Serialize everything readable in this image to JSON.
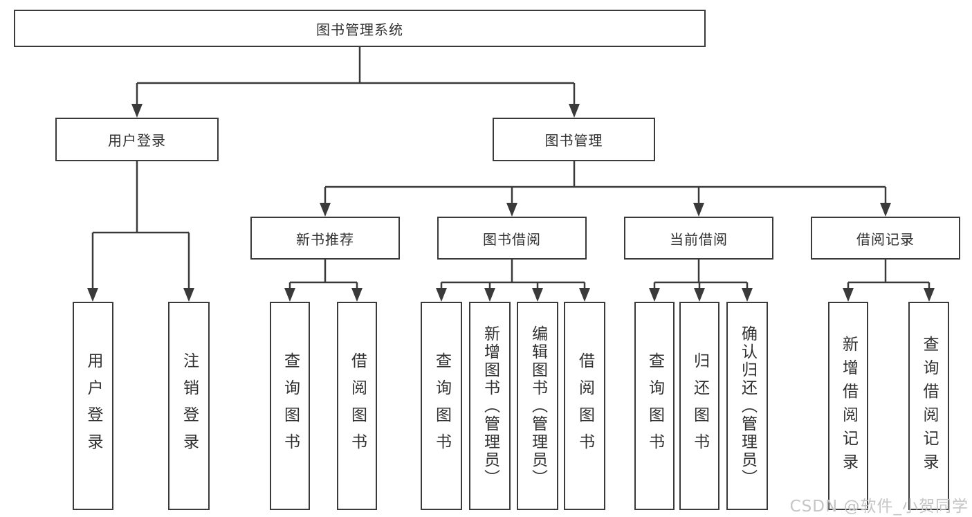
{
  "tree": {
    "root": {
      "label": "图书管理系统"
    },
    "children": [
      {
        "label": "用户登录",
        "children": [
          {
            "label": "用户登录"
          },
          {
            "label": "注销登录"
          }
        ]
      },
      {
        "label": "图书管理",
        "children": [
          {
            "label": "新书推荐",
            "children": [
              {
                "label": "查询图书"
              },
              {
                "label": "借阅图书"
              }
            ]
          },
          {
            "label": "图书借阅",
            "children": [
              {
                "label": "查询图书"
              },
              {
                "label": "新增图书（管理员）"
              },
              {
                "label": "编辑图书（管理员）"
              },
              {
                "label": "借阅图书"
              }
            ]
          },
          {
            "label": "当前借阅",
            "children": [
              {
                "label": "查询图书"
              },
              {
                "label": "归还图书"
              },
              {
                "label": "确认归还（管理员）"
              }
            ]
          },
          {
            "label": "借阅记录",
            "children": [
              {
                "label": "新增借阅记录"
              },
              {
                "label": "查询借阅记录"
              }
            ]
          }
        ]
      }
    ]
  },
  "watermark": {
    "text": "CSDN @软件_小贺同学"
  },
  "colors": {
    "line": "#3a3a3a",
    "text": "#303030",
    "box_background": "#ffffff",
    "page_background": "#ffffff",
    "watermark": "#c5c5c5"
  }
}
